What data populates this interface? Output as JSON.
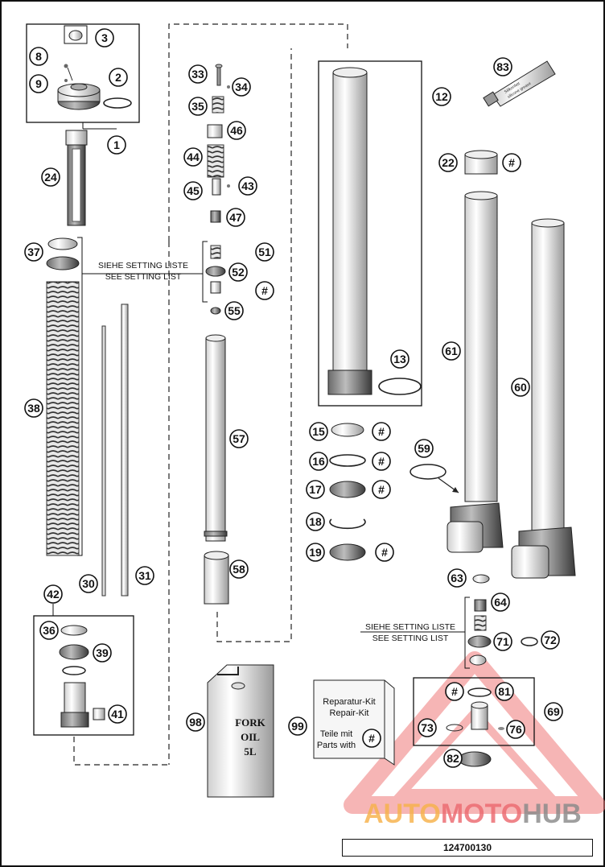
{
  "drawing": {
    "document_number": "124700130",
    "parts": [
      {
        "id": "1",
        "label": "1"
      },
      {
        "id": "2",
        "label": "2"
      },
      {
        "id": "3",
        "label": "3"
      },
      {
        "id": "8",
        "label": "8"
      },
      {
        "id": "9",
        "label": "9"
      },
      {
        "id": "12",
        "label": "12"
      },
      {
        "id": "13",
        "label": "13"
      },
      {
        "id": "15",
        "label": "15"
      },
      {
        "id": "16",
        "label": "16"
      },
      {
        "id": "17",
        "label": "17"
      },
      {
        "id": "18",
        "label": "18"
      },
      {
        "id": "19",
        "label": "19"
      },
      {
        "id": "22",
        "label": "22"
      },
      {
        "id": "24",
        "label": "24"
      },
      {
        "id": "30",
        "label": "30"
      },
      {
        "id": "31",
        "label": "31"
      },
      {
        "id": "33",
        "label": "33"
      },
      {
        "id": "34",
        "label": "34"
      },
      {
        "id": "35",
        "label": "35"
      },
      {
        "id": "36",
        "label": "36"
      },
      {
        "id": "37",
        "label": "37"
      },
      {
        "id": "38",
        "label": "38"
      },
      {
        "id": "39",
        "label": "39"
      },
      {
        "id": "41",
        "label": "41"
      },
      {
        "id": "42",
        "label": "42"
      },
      {
        "id": "43",
        "label": "43"
      },
      {
        "id": "44",
        "label": "44"
      },
      {
        "id": "45",
        "label": "45"
      },
      {
        "id": "46",
        "label": "46"
      },
      {
        "id": "47",
        "label": "47"
      },
      {
        "id": "51",
        "label": "51"
      },
      {
        "id": "52",
        "label": "52"
      },
      {
        "id": "55",
        "label": "55"
      },
      {
        "id": "57",
        "label": "57"
      },
      {
        "id": "58",
        "label": "58"
      },
      {
        "id": "59",
        "label": "59"
      },
      {
        "id": "60",
        "label": "60"
      },
      {
        "id": "61",
        "label": "61"
      },
      {
        "id": "63",
        "label": "63"
      },
      {
        "id": "64",
        "label": "64"
      },
      {
        "id": "69",
        "label": "69"
      },
      {
        "id": "71",
        "label": "71"
      },
      {
        "id": "72",
        "label": "72"
      },
      {
        "id": "73",
        "label": "73"
      },
      {
        "id": "76",
        "label": "76"
      },
      {
        "id": "81",
        "label": "81"
      },
      {
        "id": "82",
        "label": "82"
      },
      {
        "id": "83",
        "label": "83"
      },
      {
        "id": "98",
        "label": "98"
      },
      {
        "id": "99",
        "label": "99"
      }
    ],
    "hash_symbol": "#",
    "setting_list_de": "SIEHE SETTING LISTE",
    "setting_list_en": "SEE SETTING LIST",
    "repair_kit_de": "Reparatur-Kit",
    "repair_kit_en": "Repair-Kit",
    "parts_with_de": "Teile mit",
    "parts_with_en": "Parts with",
    "fork_oil_line1": "FORK",
    "fork_oil_line2": "OIL",
    "fork_oil_line3": "5L",
    "grease_tube_line1": "Silikonfett",
    "grease_tube_line2": "silicone grease"
  },
  "watermark": {
    "part1": "AUTO",
    "part2": "MOTO",
    "part3": "HUB",
    "colors": {
      "part1": "#f7b24a",
      "part2": "#ec6a70",
      "part3": "#8a8a8a",
      "triangle": "#f08080"
    }
  }
}
